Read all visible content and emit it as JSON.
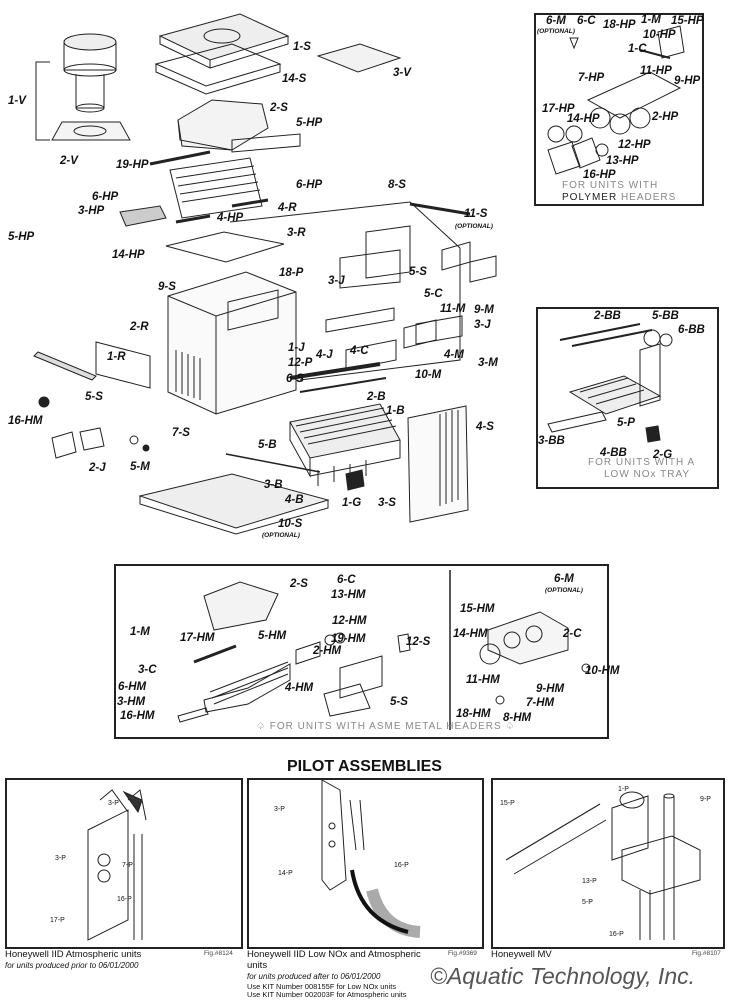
{
  "main_diagram": {
    "labels": [
      "1-S",
      "14-S",
      "3-V",
      "1-V",
      "2-V",
      "2-S",
      "5-HP",
      "19-HP",
      "6-HP",
      "6-HP",
      "3-HP",
      "4-HP",
      "4-R",
      "8-S",
      "5-HP",
      "14-HP",
      "3-R",
      "11-S",
      "(OPTIONAL)",
      "18-P",
      "3-J",
      "5-S",
      "9-S",
      "5-C",
      "11-M",
      "9-M",
      "3-J",
      "2-R",
      "1-J",
      "4-J",
      "4-C",
      "12-P",
      "4-M",
      "3-M",
      "1-R",
      "10-M",
      "6-S",
      "5-S",
      "2-B",
      "16-HM",
      "1-B",
      "7-S",
      "4-S",
      "5-B",
      "2-J",
      "5-M",
      "3-B",
      "1-G",
      "4-B",
      "3-S",
      "10-S",
      "(OPTIONAL)"
    ]
  },
  "polymer_headers": {
    "labels": [
      "6-M",
      "(OPTIONAL)",
      "6-C",
      "18-HP",
      "1-M",
      "10-HP",
      "15-HP",
      "1-C",
      "7-HP",
      "11-HP",
      "9-HP",
      "17-HP",
      "14-HP",
      "2-HP",
      "12-HP",
      "13-HP",
      "16-HP"
    ],
    "note_line1": "FOR UNITS WITH",
    "note_line2_bold": "POLYMER",
    "note_line2": "HEADERS"
  },
  "low_nox_tray": {
    "labels": [
      "2-BB",
      "5-BB",
      "6-BB",
      "3-BB",
      "5-P",
      "4-BB",
      "2-G"
    ],
    "note_line1": "FOR UNITS WITH A",
    "note_line2": "LOW NOx TRAY"
  },
  "asme_headers": {
    "labels": [
      "2-S",
      "6-C",
      "13-HM",
      "12-HM",
      "19-HM",
      "2-HM",
      "5-HM",
      "1-M",
      "17-HM",
      "3-C",
      "6-HM",
      "3-HM",
      "16-HM",
      "4-HM",
      "12-S",
      "5-S",
      "6-M",
      "(OPTIONAL)",
      "15-HM",
      "14-HM",
      "2-C",
      "10-HM",
      "11-HM",
      "9-HM",
      "7-HM",
      "18-HM",
      "8-HM"
    ],
    "note": "♤ FOR UNITS WITH ASME METAL HEADERS ♤"
  },
  "pilot_assemblies": {
    "title": "PILOT ASSEMBLIES",
    "panels": [
      {
        "labels": [
          "3-P",
          "3-P",
          "7-P",
          "16-P",
          "17-P"
        ],
        "caption": "Honeywell IID Atmospheric units",
        "subcaption": "for units produced prior to 06/01/2000",
        "fig": "Fig.#8124"
      },
      {
        "labels": [
          "3-P",
          "14-P",
          "16-P"
        ],
        "caption": "Honeywell IID Low NOx and Atmospheric units",
        "subcaption": "for units produced after to 06/01/2000",
        "kit1": "Use KIT Number 008155F for Low NOx units",
        "kit2": "Use KIT Number 002003F for Atmospheric units",
        "fig": "Fig.#9369"
      },
      {
        "labels": [
          "1-P",
          "9-P",
          "15-P",
          "13-P",
          "5-P",
          "16-P"
        ],
        "caption": "Honeywell MV",
        "fig": "Fig.#8107"
      }
    ]
  },
  "copyright": "©Aquatic Technology, Inc."
}
